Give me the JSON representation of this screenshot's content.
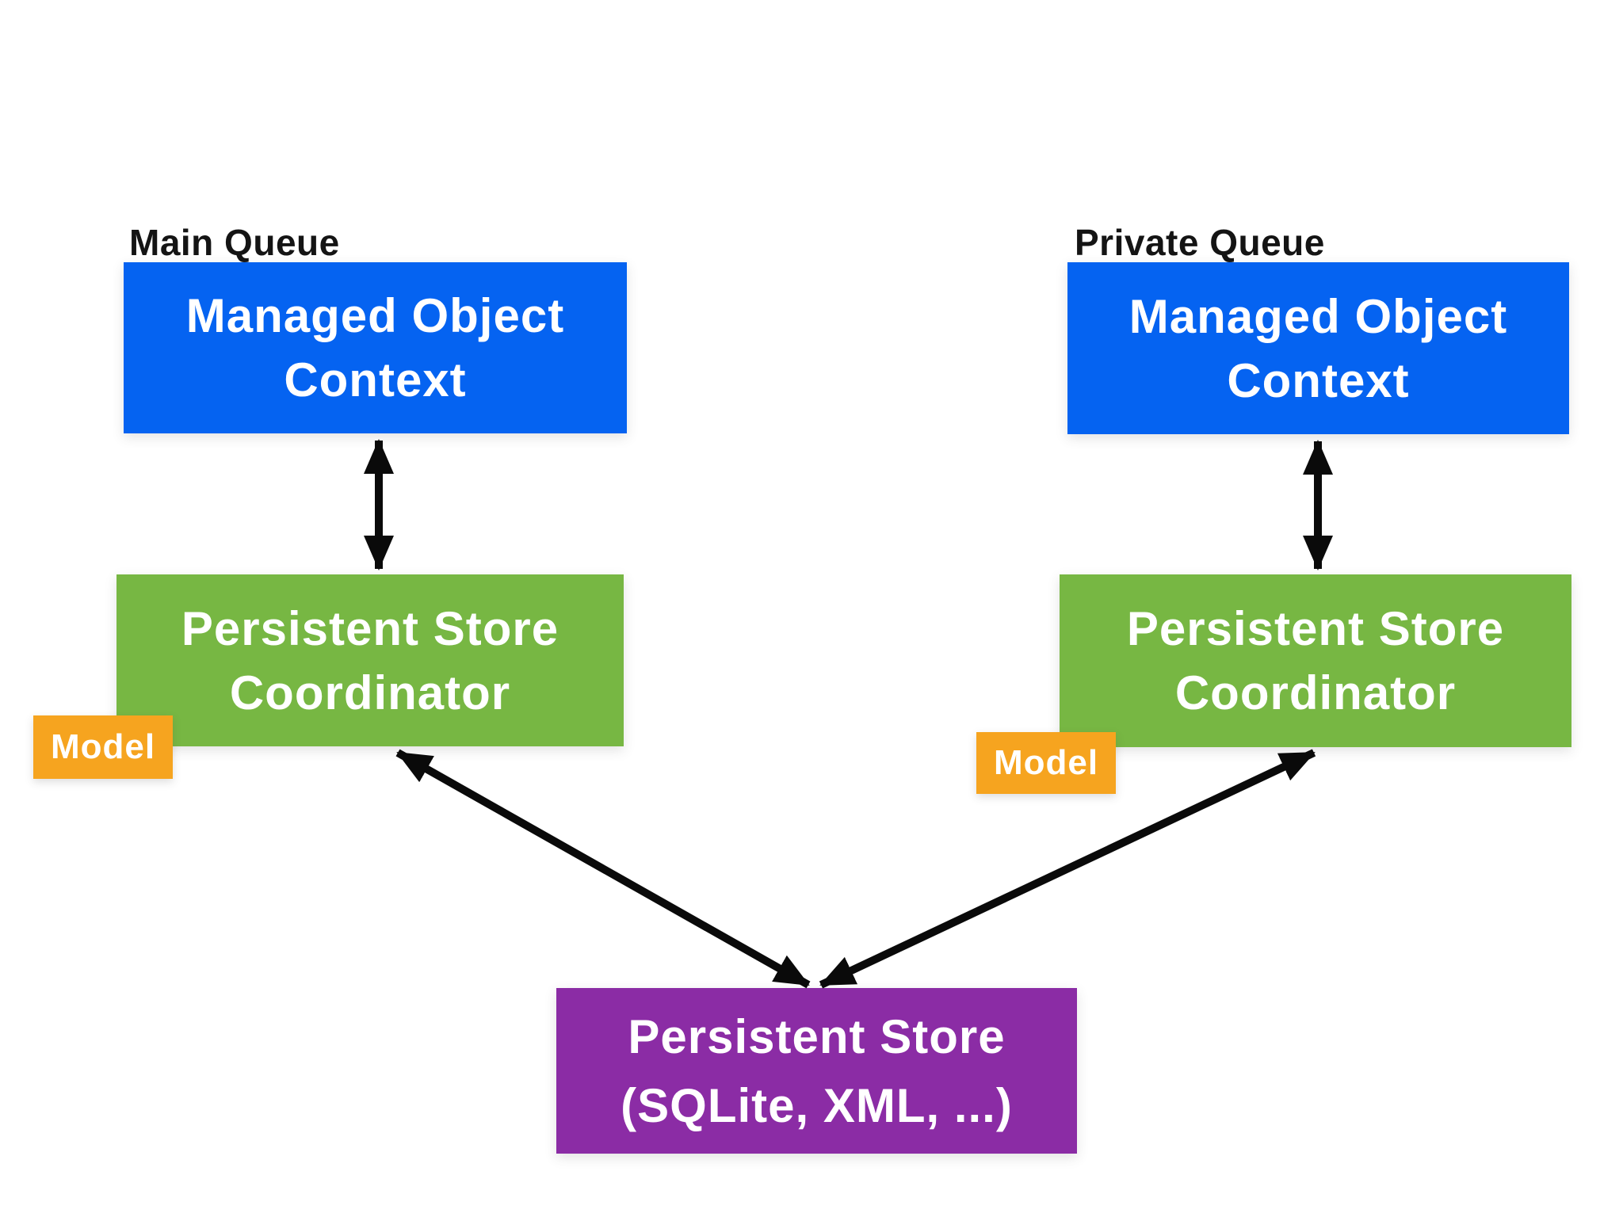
{
  "diagram": {
    "columns": [
      {
        "queue_label": "Main Queue",
        "context": {
          "line1": "Managed Object",
          "line2": "Context"
        },
        "coordinator": {
          "line1": "Persistent Store",
          "line2": "Coordinator"
        },
        "model_label": "Model"
      },
      {
        "queue_label": "Private Queue",
        "context": {
          "line1": "Managed Object",
          "line2": "Context"
        },
        "coordinator": {
          "line1": "Persistent Store",
          "line2": "Coordinator"
        },
        "model_label": "Model"
      }
    ],
    "store": {
      "line1": "Persistent Store",
      "line2": "(SQLite, XML, ...)"
    },
    "colors": {
      "context_box": "#0563f1",
      "coordinator_box": "#77b743",
      "model_badge": "#f6a41f",
      "store_box": "#8b2ca5",
      "arrow": "#0a0a0a",
      "queue_label_text": "#141414",
      "box_text": "#ffffff"
    }
  }
}
